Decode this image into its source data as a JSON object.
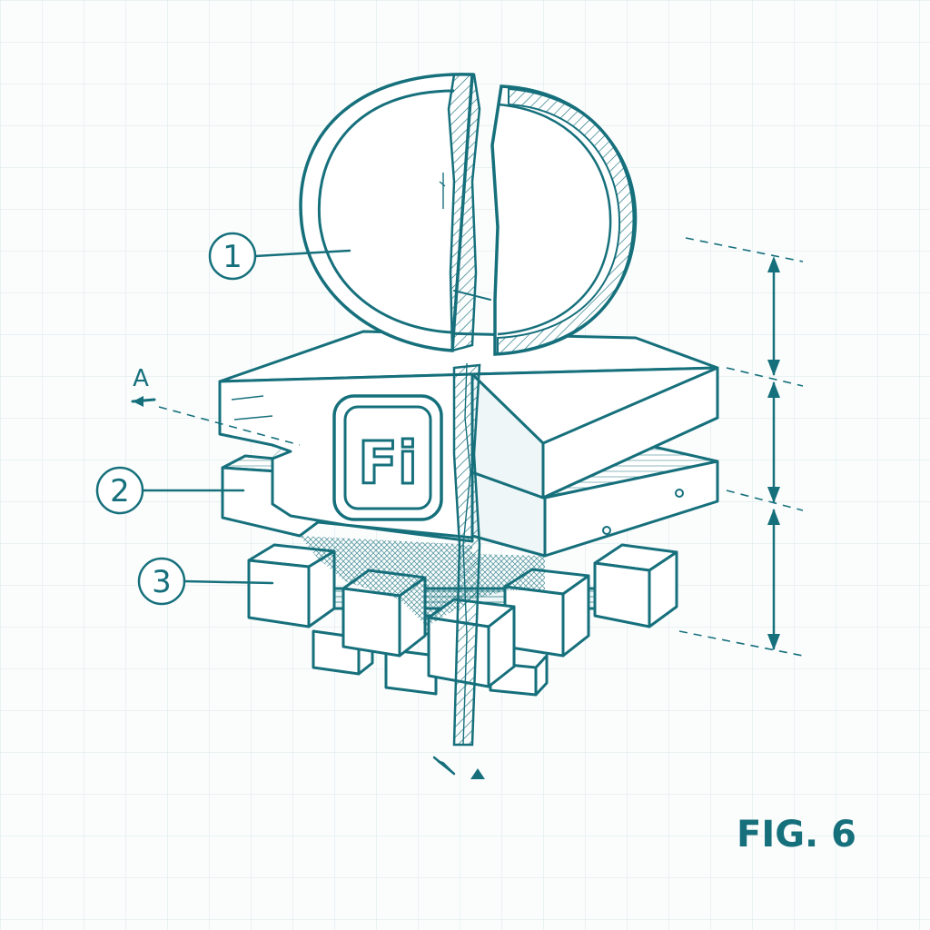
{
  "callouts": [
    {
      "number": "1"
    },
    {
      "number": "2"
    },
    {
      "number": "3"
    }
  ],
  "section_mark": "A",
  "emblem_text": "Fi",
  "figure_label": "FIG. 6",
  "colors": {
    "ink": "#16707c",
    "grid": "#dfe9ec",
    "paper": "#fbfdfd"
  }
}
